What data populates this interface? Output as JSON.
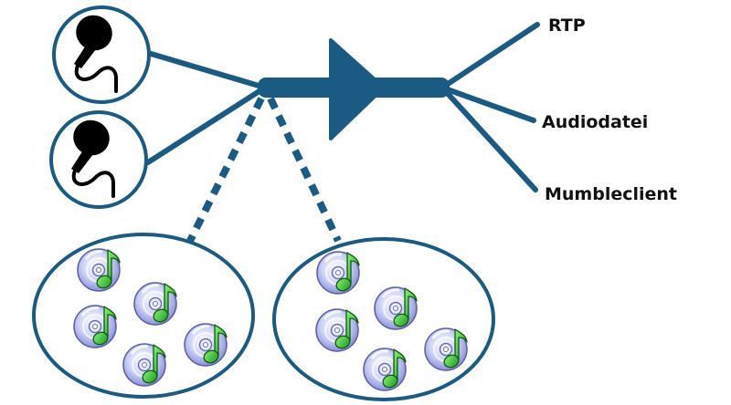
{
  "outputs": [
    {
      "id": "rtp",
      "label": "RTP"
    },
    {
      "id": "audiodatei",
      "label": "Audiodatei"
    },
    {
      "id": "mumbleclient",
      "label": "Mumbleclient"
    }
  ],
  "inputs": [
    {
      "id": "mic-1",
      "icon": "microphone-icon"
    },
    {
      "id": "mic-2",
      "icon": "microphone-icon"
    }
  ],
  "collections": [
    {
      "id": "collection-left",
      "count": 5,
      "icon": "music-cd-icon"
    },
    {
      "id": "collection-right",
      "count": 5,
      "icon": "music-cd-icon"
    }
  ],
  "colors": {
    "line": "#1b5a82",
    "arrow": "#1b5a82",
    "disc": "#c9cff6",
    "note": "#2eb52e"
  }
}
